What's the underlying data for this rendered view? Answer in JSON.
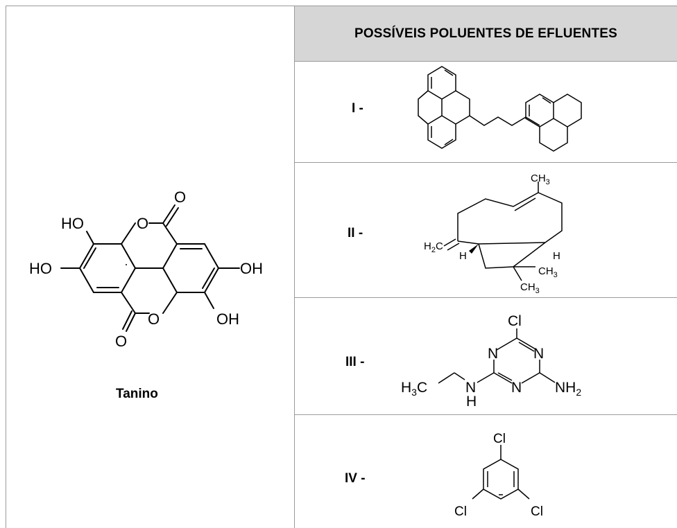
{
  "table": {
    "header": "POSSÍVEIS POLUENTES DE EFLUENTES",
    "rows": [
      {
        "label": "I -"
      },
      {
        "label": "II -"
      },
      {
        "label": "III -"
      },
      {
        "label": "IV -"
      }
    ]
  },
  "tanino": {
    "name": "Tanino",
    "atoms": {
      "ho_top": "HO",
      "ho_left": "HO",
      "oh_right": "OH",
      "oh_bottom": "OH",
      "o_ring_top": "O",
      "o_ring_bottom": "O",
      "o_carbonyl_top": "O",
      "o_carbonyl_bottom": "O"
    }
  },
  "molecule_2": {
    "ch3_top": "CH",
    "h2c": "H",
    "h_left": "H",
    "h_right": "H",
    "ch3_a": "CH",
    "ch3_b": "CH",
    "sub3": "3",
    "sub2": "2",
    "c": "C"
  },
  "molecule_3": {
    "cl": "Cl",
    "n_left": "N",
    "n_right": "N",
    "n_bottom": "N",
    "h3c": "H",
    "sub3": "3",
    "c": "C",
    "nh_n": "N",
    "nh_h": "H",
    "nh2": "NH",
    "sub2": "2"
  },
  "molecule_4": {
    "cl_top": "Cl",
    "cl_left": "Cl",
    "cl_right": "Cl"
  }
}
